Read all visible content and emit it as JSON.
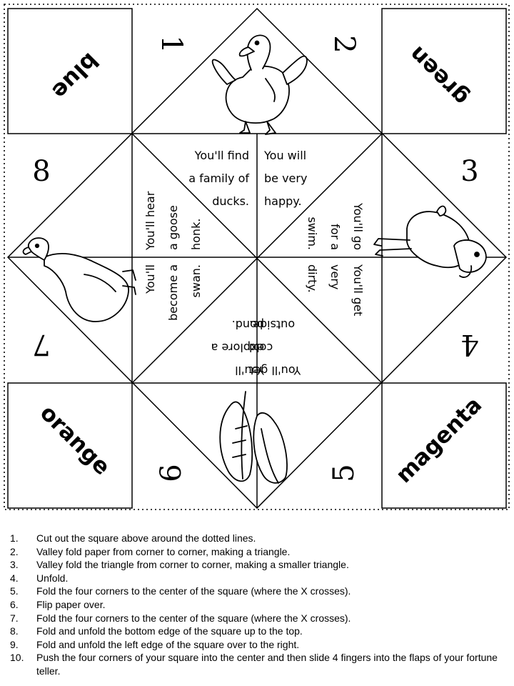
{
  "colors": {
    "ink": "#000000",
    "paper": "#ffffff"
  },
  "corners": {
    "top_left": "blue",
    "top_right": "green",
    "bottom_left": "orange",
    "bottom_right": "magenta"
  },
  "numbers": {
    "n1": "1",
    "n2": "2",
    "n3": "3",
    "n4": "4",
    "n5": "5",
    "n6": "6",
    "n7": "7",
    "n8": "8"
  },
  "fortunes": {
    "family": [
      "You'll find",
      "a family of",
      "ducks."
    ],
    "happy": [
      "You will",
      "be very",
      "happy."
    ],
    "hear": [
      "You'll hear",
      "a goose",
      "honk."
    ],
    "swan": [
      "You'll",
      "become a",
      "swan."
    ],
    "swim": [
      "You'll go",
      "for a",
      "swim."
    ],
    "dirty": [
      "You'll get",
      "very",
      "dirty."
    ],
    "cold": [
      "You'll get",
      "cold",
      "outside."
    ],
    "pond": [
      "You'll",
      "explore a",
      "pond."
    ]
  },
  "illustrations": [
    "duck-icon",
    "goose-icon",
    "duckling-icon",
    "feather-icon"
  ],
  "instructions": [
    {
      "num": "1.",
      "text": "Cut out the square above around the dotted lines."
    },
    {
      "num": "2.",
      "text": "Valley fold paper from corner to corner, making a triangle."
    },
    {
      "num": "3.",
      "text": "Valley fold the triangle from corner to corner, making a smaller triangle."
    },
    {
      "num": "4.",
      "text": "Unfold."
    },
    {
      "num": "5.",
      "text": "Fold the four corners to the center of the square (where the X crosses)."
    },
    {
      "num": "6.",
      "text": "Flip paper over."
    },
    {
      "num": "7.",
      "text": "Fold the four corners to the center of the square (where the X crosses)."
    },
    {
      "num": "8.",
      "text": "Fold and unfold the bottom edge of the square up to the top."
    },
    {
      "num": "9.",
      "text": "Fold and unfold the left edge of the square over to the right."
    },
    {
      "num": "10.",
      "text": "Push the four corners of your square into the center and then slide 4 fingers into the flaps of your fortune teller."
    }
  ]
}
